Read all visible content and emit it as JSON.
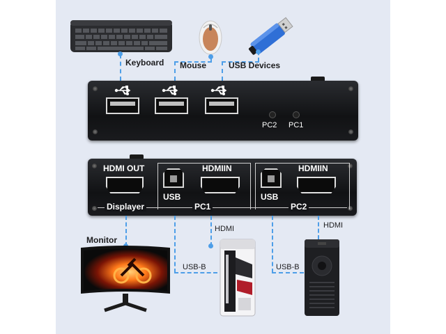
{
  "labels": {
    "keyboard": "Keyboard",
    "mouse": "Mouse",
    "usb_devices": "USB Devices",
    "pc2_led": "PC2",
    "pc1_led": "PC1",
    "hdmi_out": "HDMI OUT",
    "hdmiin_pc1": "HDMIIN",
    "hdmiin_pc2": "HDMIIN",
    "usb_pc1": "USB",
    "usb_pc2": "USB",
    "displayer": "Displayer",
    "pc1": "PC1",
    "pc2": "PC2",
    "monitor": "Monitor",
    "hdmi_1": "HDMI",
    "hdmi_2": "HDMI",
    "usb_b_1": "USB-B",
    "usb_b_2": "USB-B"
  },
  "colors": {
    "panel_bg": "#e4e9f3",
    "line": "#4d9ee8",
    "device_body": "#141518",
    "usb_stick_blue": "#2f6fd6"
  },
  "icons": [
    "keyboard-icon",
    "mouse-icon",
    "usb-stick-icon",
    "usb-symbol-icon",
    "monitor-icon",
    "pc-tower-icon"
  ]
}
